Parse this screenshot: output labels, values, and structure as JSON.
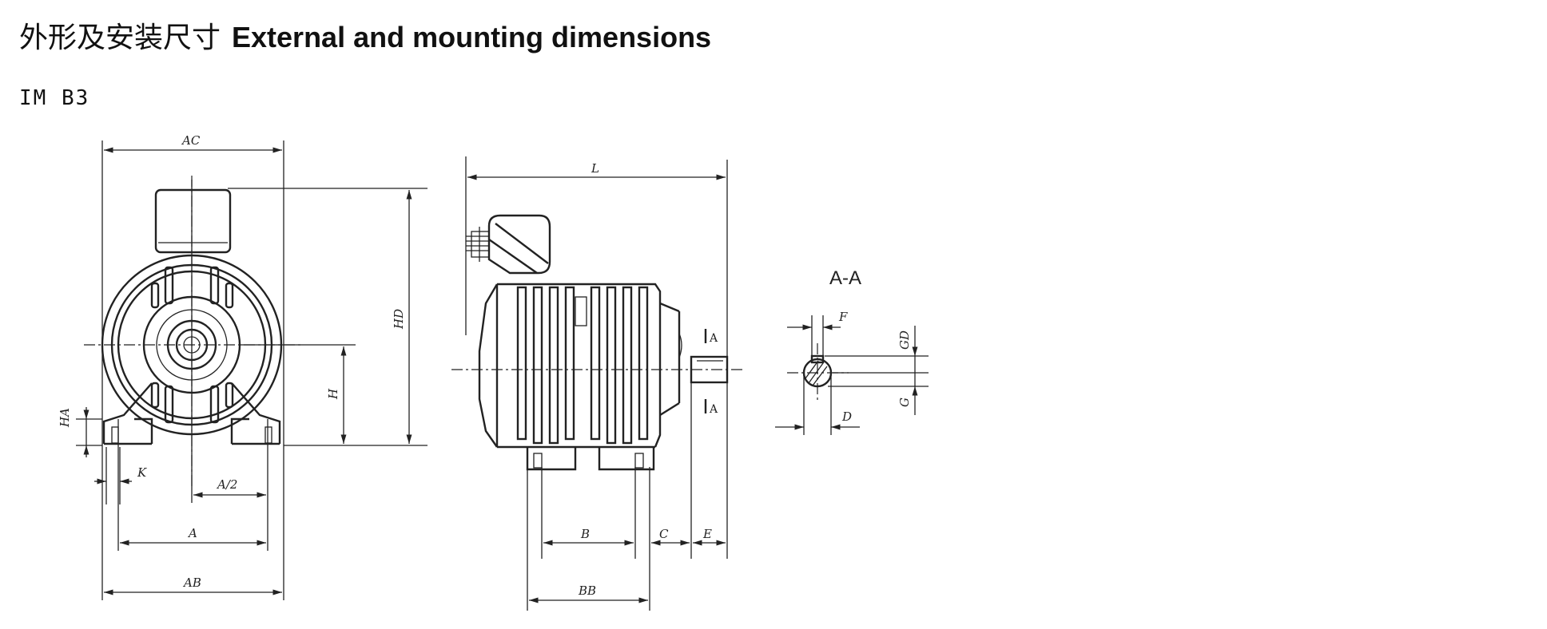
{
  "title": {
    "zh": "外形及安装尺寸",
    "en": "External and mounting dimensions"
  },
  "mounting_type": "IM B3",
  "diagram": {
    "front_view_labels": {
      "ac": "AC",
      "hd": "HD",
      "h": "H",
      "ha": "HA",
      "k": "K",
      "a_half": "A/2",
      "a": "A",
      "ab": "AB"
    },
    "side_view_labels": {
      "l": "L",
      "b": "B",
      "c": "C",
      "e": "E",
      "bb": "BB",
      "section_mark_top": "A",
      "section_mark_bottom": "A"
    },
    "section_view": {
      "title": "A-A",
      "labels": {
        "f": "F",
        "gd": "GD",
        "g": "G",
        "d": "D"
      }
    }
  }
}
